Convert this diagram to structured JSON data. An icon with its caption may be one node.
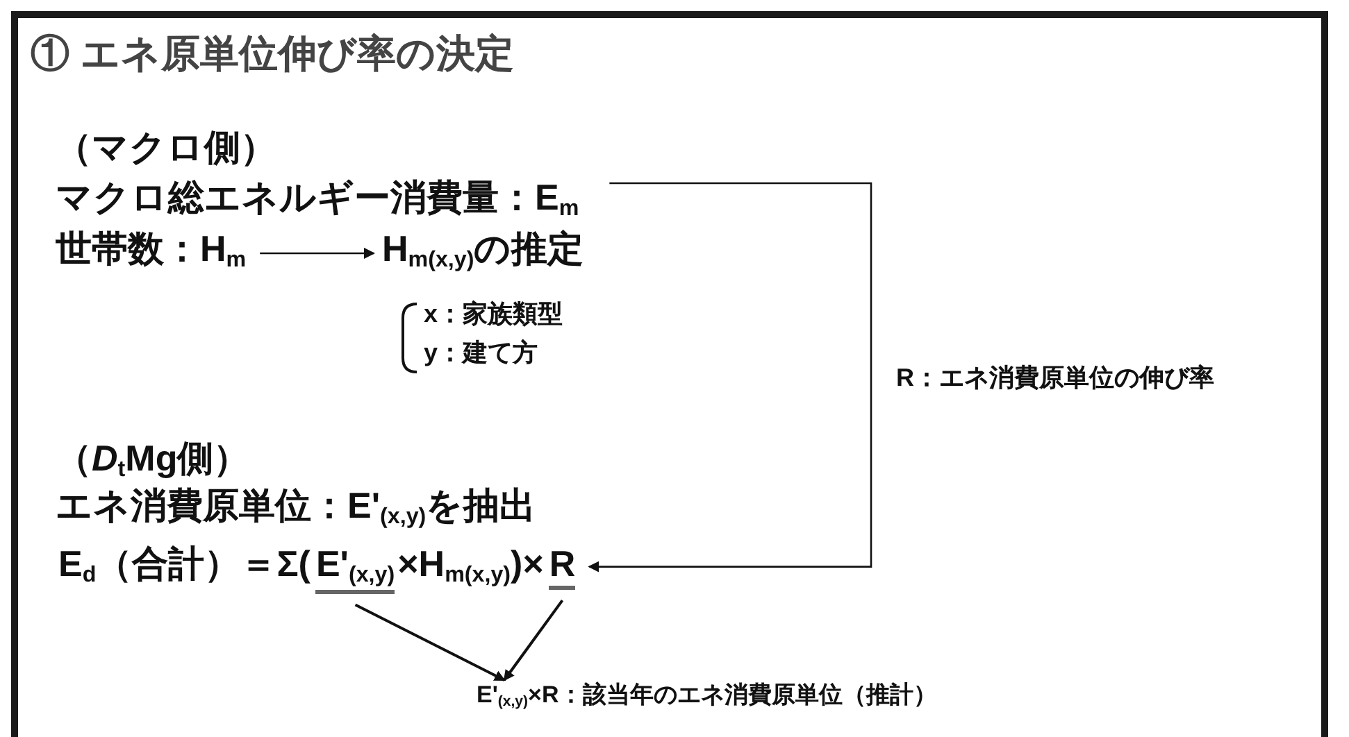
{
  "diagram": {
    "title": "① エネ原単位伸び率の決定",
    "nodes": [
      {
        "text": [
          "マクロ総エネルギー消費量：E$_{m}$"
        ]
      },
      {
        "text": [
          "世帯数：H$_{m}$"
        ]
      },
      {
        "text": [
          "H$_{m(x,y)}$の推定"
        ]
      },
      {
        "text": [
          "E'$_{(x,y)}$"
        ]
      },
      {
        "text": [
          "R"
        ]
      },
      {
        "text": [
          "E'$_{(x,y)}$×R：該当年のエネ消費原単位（推計）"
        ]
      }
    ],
    "edges": [
      {
        "from": 0,
        "to": 4,
        "arrow": "to",
        "label": "R：エネ消費原単位の伸び率"
      },
      {
        "from": 1,
        "to": 2,
        "arrow": "to"
      },
      {
        "from": 3,
        "to": 5,
        "arrow": "to"
      },
      {
        "from": 4,
        "to": 5,
        "arrow": "to"
      }
    ],
    "labels": [
      "（マクロ側）",
      "x：家族類型",
      "y：建て方",
      "（*D*$_{t}$Mg側）",
      "エネ消費原単位：E'$_{(x,y)}$を抽出",
      "E$_{d}$（合計）＝Σ(",
      "×H$_{m(x,y)}$)×"
    ]
  }
}
